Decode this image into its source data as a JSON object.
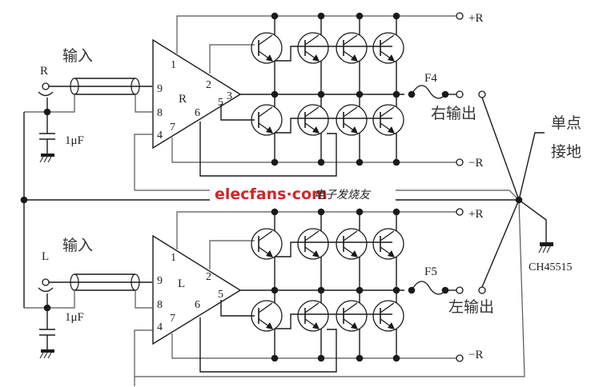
{
  "diagram": {
    "title": "Stereo power amplifier with single-point grounding",
    "colors": {
      "line": "#1a1a1a",
      "watermark": "#d0262b",
      "background": "#ffffff"
    },
    "channels": [
      {
        "id": "right",
        "input_label": "输入",
        "jack_label": "R",
        "amp_label": "R",
        "capacitor_label": "1μF",
        "pins": [
          "1",
          "9",
          "8",
          "4",
          "7",
          "6",
          "5",
          "2",
          "3"
        ],
        "pos_rail_label": "+R",
        "neg_rail_label": "−R",
        "fuse_label": "F4",
        "output_label": "右输出",
        "has_pin3_label": true
      },
      {
        "id": "left",
        "input_label": "输入",
        "jack_label": "L",
        "amp_label": "L",
        "capacitor_label": "1μF",
        "pins": [
          "1",
          "9",
          "8",
          "4",
          "7",
          "6",
          "5",
          "2"
        ],
        "pos_rail_label": "+R",
        "neg_rail_label": "−R",
        "fuse_label": "F5",
        "output_label": "左输出",
        "has_pin3_label": false
      }
    ],
    "ground": {
      "star_label_line1": "单点",
      "star_label_line2": "接地",
      "ground_part_label": "CH45515"
    },
    "watermark": {
      "brand": "elecfans·com",
      "tagline": "电子发烧友"
    }
  }
}
